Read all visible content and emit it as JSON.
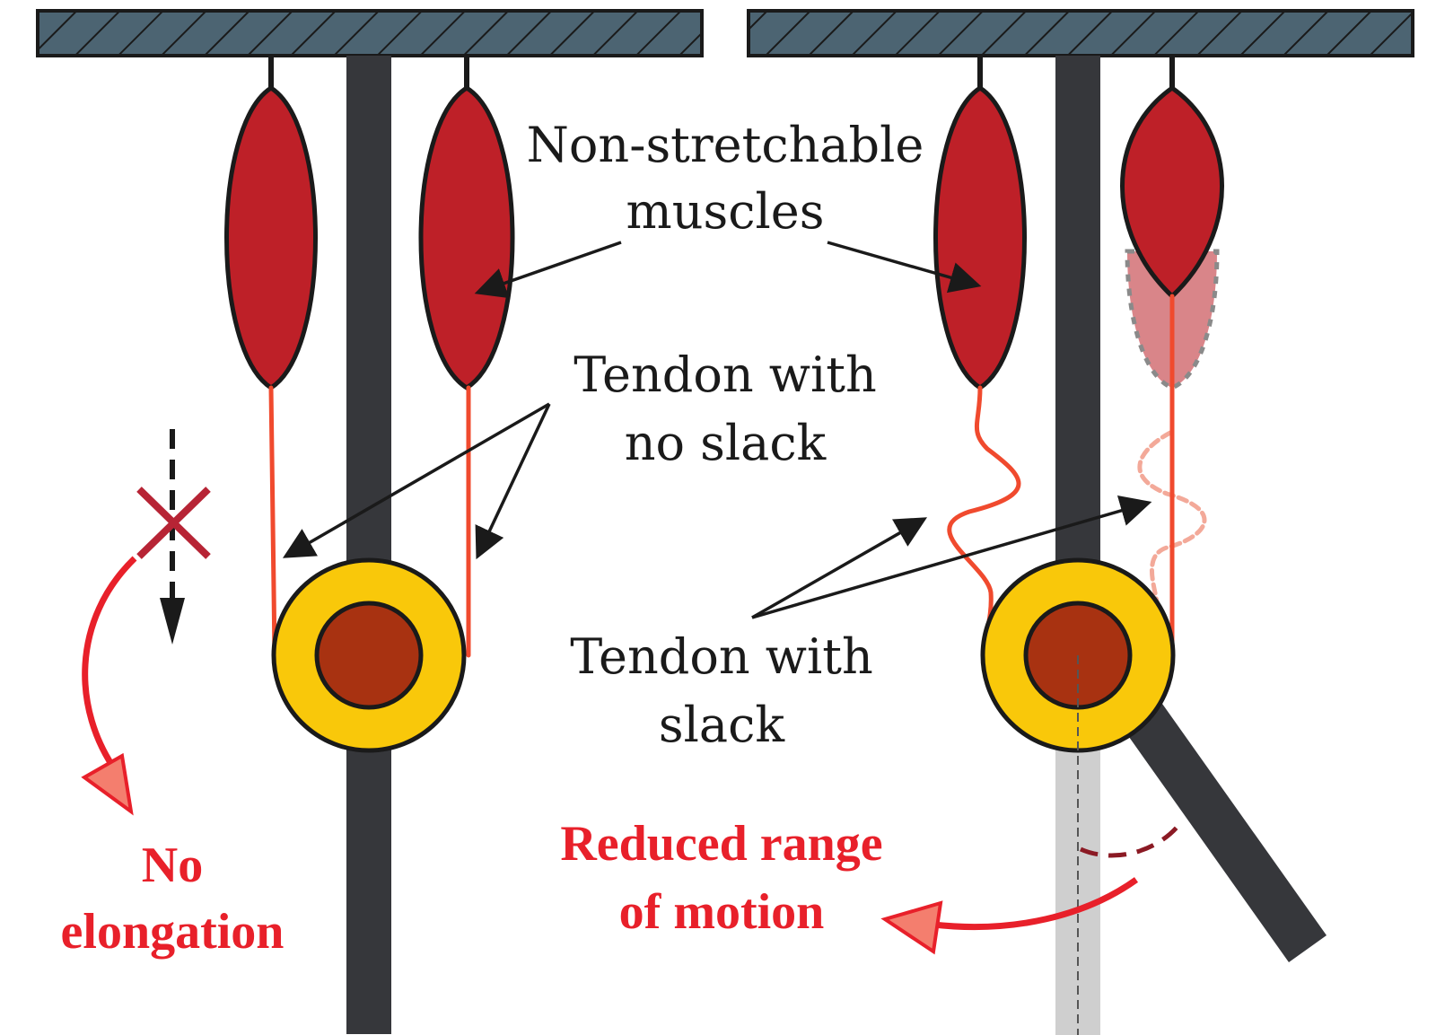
{
  "labels": {
    "muscles_line1": "Non-stretchable",
    "muscles_line2": "muscles",
    "tendon_noslack_line1": "Tendon with",
    "tendon_noslack_line2": "no slack",
    "tendon_slack_line1": "Tendon with",
    "tendon_slack_line2": "slack",
    "no_elongation_line1": "No",
    "no_elongation_line2": "elongation",
    "reduced_line1": "Reduced range",
    "reduced_line2": "of motion"
  },
  "colors": {
    "ceiling": "#4c6472",
    "bone": "#36373b",
    "muscle": "#be2028",
    "muscle_ghost": "#d98589",
    "tendon": "#f04a2e",
    "tendon_ghost": "#f3a999",
    "joint_outer": "#f9c80a",
    "joint_inner": "#a83211",
    "accent_red": "#e8202a",
    "cross": "#b72435",
    "ghost_bone": "#cfcfcf"
  }
}
